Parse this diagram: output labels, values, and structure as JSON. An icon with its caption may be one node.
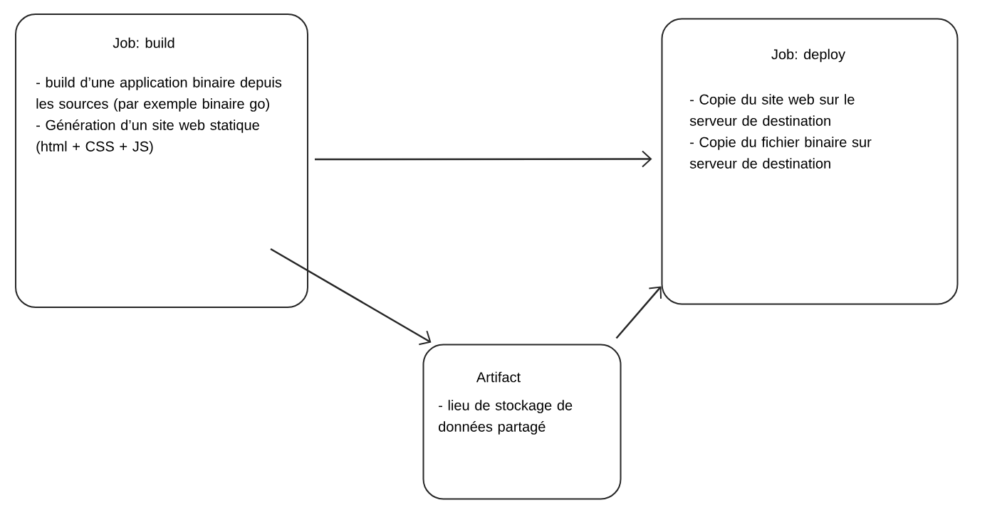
{
  "diagram": {
    "nodes": [
      {
        "text": [
          "Job: build",
          "- build d’une application binaire depuis les sources (par exemple binaire go)",
          "- Génération d’un site web statique (html + CSS + JS)"
        ]
      },
      {
        "text": [
          "Job: deploy",
          "- Copie du site web sur le serveur de destination",
          "- Copie du fichier binaire sur serveur de destination"
        ]
      },
      {
        "text": [
          "Artifact",
          "- lieu de stockage de données partagé"
        ]
      }
    ],
    "edges": [
      {
        "from": 0,
        "to": 1,
        "arrow": "to"
      },
      {
        "from": 0,
        "to": 2,
        "arrow": "to"
      },
      {
        "from": 2,
        "to": 1,
        "arrow": "to"
      }
    ]
  }
}
